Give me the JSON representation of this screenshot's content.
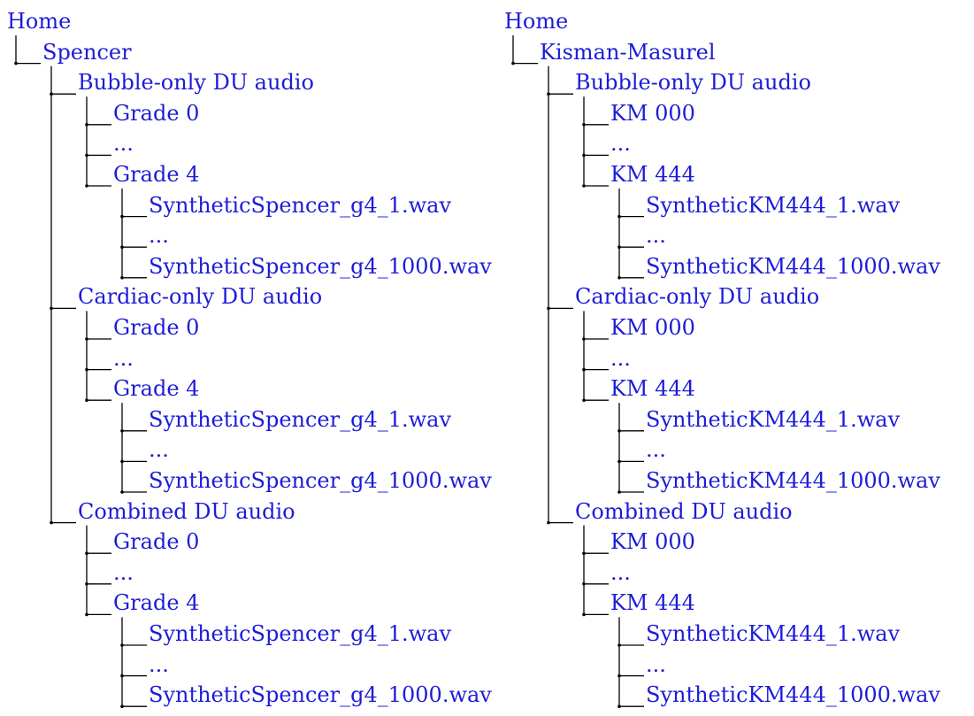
{
  "trees": [
    {
      "label": "Home",
      "children": [
        {
          "label": "Spencer",
          "children": [
            {
              "label": "Bubble-only DU audio",
              "children": [
                {
                  "label": "Grade 0"
                },
                {
                  "label": "..."
                },
                {
                  "label": "Grade 4",
                  "children": [
                    {
                      "label": "SyntheticSpencer_g4_1.wav"
                    },
                    {
                      "label": "..."
                    },
                    {
                      "label": "SyntheticSpencer_g4_1000.wav"
                    }
                  ]
                }
              ]
            },
            {
              "label": "Cardiac-only DU audio",
              "children": [
                {
                  "label": "Grade 0"
                },
                {
                  "label": "..."
                },
                {
                  "label": "Grade 4",
                  "children": [
                    {
                      "label": "SyntheticSpencer_g4_1.wav"
                    },
                    {
                      "label": "..."
                    },
                    {
                      "label": "SyntheticSpencer_g4_1000.wav"
                    }
                  ]
                }
              ]
            },
            {
              "label": "Combined DU audio",
              "children": [
                {
                  "label": "Grade 0"
                },
                {
                  "label": "..."
                },
                {
                  "label": "Grade 4",
                  "children": [
                    {
                      "label": "SyntheticSpencer_g4_1.wav"
                    },
                    {
                      "label": "..."
                    },
                    {
                      "label": "SyntheticSpencer_g4_1000.wav"
                    }
                  ]
                }
              ]
            }
          ]
        }
      ]
    },
    {
      "label": "Home",
      "children": [
        {
          "label": "Kisman-Masurel",
          "children": [
            {
              "label": "Bubble-only DU audio",
              "children": [
                {
                  "label": "KM 000"
                },
                {
                  "label": "..."
                },
                {
                  "label": "KM 444",
                  "children": [
                    {
                      "label": "SyntheticKM444_1.wav"
                    },
                    {
                      "label": "..."
                    },
                    {
                      "label": "SyntheticKM444_1000.wav"
                    }
                  ]
                }
              ]
            },
            {
              "label": "Cardiac-only DU audio",
              "children": [
                {
                  "label": "KM 000"
                },
                {
                  "label": "..."
                },
                {
                  "label": "KM 444",
                  "children": [
                    {
                      "label": "SyntheticKM444_1.wav"
                    },
                    {
                      "label": "..."
                    },
                    {
                      "label": "SyntheticKM444_1000.wav"
                    }
                  ]
                }
              ]
            },
            {
              "label": "Combined DU audio",
              "children": [
                {
                  "label": "KM 000"
                },
                {
                  "label": "..."
                },
                {
                  "label": "KM 444",
                  "children": [
                    {
                      "label": "SyntheticKM444_1.wav"
                    },
                    {
                      "label": "..."
                    },
                    {
                      "label": "SyntheticKM444_1000.wav"
                    }
                  ]
                }
              ]
            }
          ]
        }
      ]
    }
  ]
}
